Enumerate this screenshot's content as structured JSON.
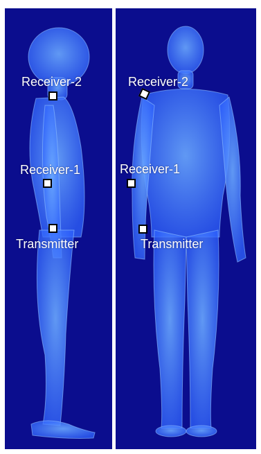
{
  "colors": {
    "background": "#0b0d8e",
    "body": "#3f7dff",
    "marker_fill": "#ffffff",
    "marker_border": "#000000"
  },
  "panels": {
    "side": {
      "name": "side-view-panel"
    },
    "front": {
      "name": "front-view-panel"
    }
  },
  "labels": {
    "receiver2": "Receiver-2",
    "receiver1": "Receiver-1",
    "transmitter": "Transmitter"
  }
}
